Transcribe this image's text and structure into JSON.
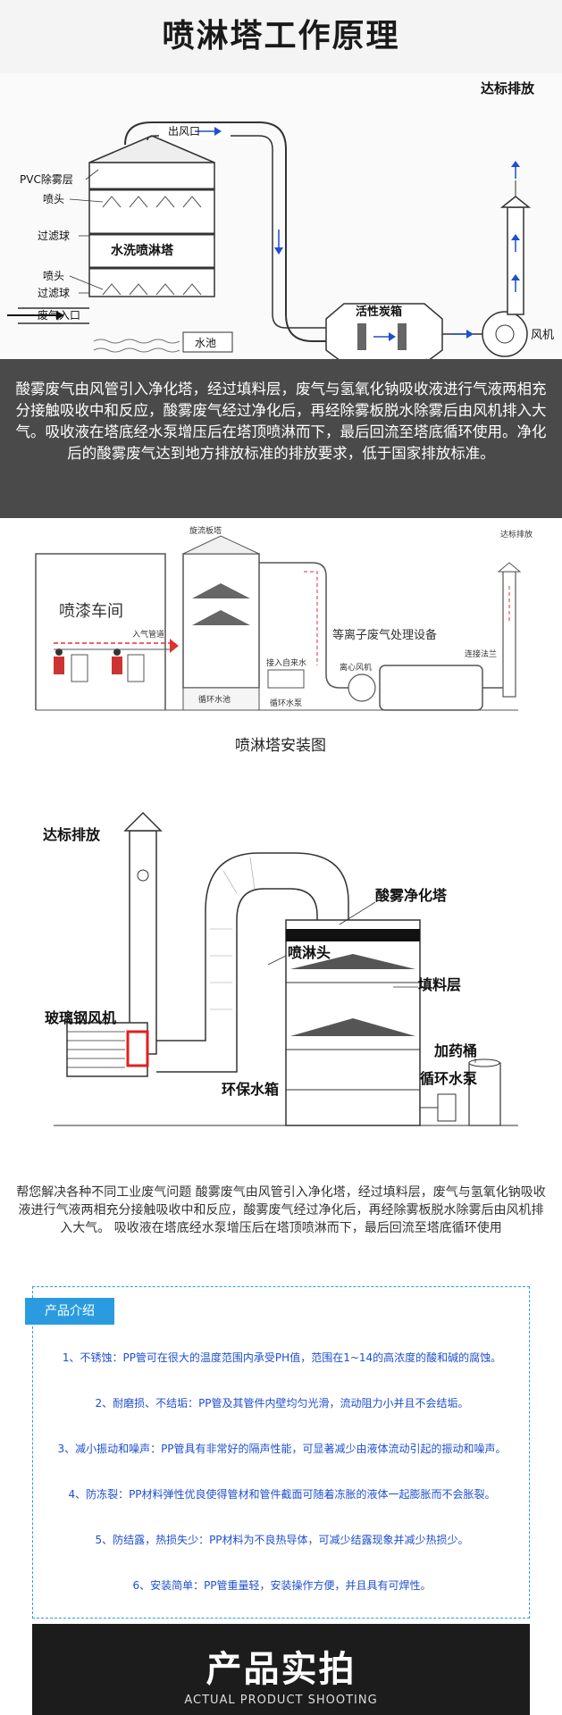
{
  "page_title": "喷淋塔工作原理",
  "diagram1": {
    "label_outlet": "出风口",
    "label_stack": "达标排放",
    "label_pvc": "PVC除雾层",
    "label_nozzle_1": "喷头",
    "label_filter_1": "过滤球",
    "label_tower": "水洗喷淋塔",
    "label_nozzle_2": "喷头",
    "label_filter_2": "过滤球",
    "label_inlet": "废气入口",
    "label_pool": "水池",
    "label_carbon": "活性炭箱",
    "label_fan": "风机"
  },
  "description_1": "酸雾废气由风管引入净化塔，经过填料层，废气与氢氧化钠吸收液进行气液两相充分接触吸收中和反应，酸雾废气经过净化后，再经除雾板脱水除雾后由风机排入大气。吸收液在塔底经水泵增压后在塔顶喷淋而下，最后回流至塔底循环使用。净化后的酸雾废气达到地方排放标准的排放要求，低于国家排放标准。",
  "diagram2": {
    "label_workshop": "喷漆车间",
    "label_tower_top": "旋流板塔",
    "label_stack": "达标排放",
    "label_intake": "入气管道",
    "label_plasma": "等离子废气处理设备",
    "label_fan": "离心风机",
    "label_pool": "循环水池",
    "label_pump": "循环水泵",
    "label_flange": "连接法兰",
    "label_auto_water": "接入自来水",
    "caption": "喷淋塔安装图"
  },
  "diagram3": {
    "label_stack": "达标排放",
    "label_tower": "酸雾净化塔",
    "label_nozzle": "喷淋头",
    "label_packing": "填料层",
    "label_fan": "玻璃钢风机",
    "label_dosing": "加药桶",
    "label_pump": "循环水泵",
    "label_tank": "环保水箱"
  },
  "description_2": "帮您解决各种不同工业废气问题 酸雾废气由风管引入净化塔，经过填料层，废气与氢氧化钠吸收液进行气液两相充分接触吸收中和反应，酸雾废气经过净化后，再经除雾板脱水除雾后由风机排入大气。 吸收液在塔底经水泵增压后在塔顶喷淋而下，最后回流至塔底循环使用",
  "intro": {
    "tab_label": "产品介绍",
    "items": [
      "1、不锈蚀：PP管可在很大的温度范围内承受PH值，范围在1~14的高浓度的酸和碱的腐蚀。",
      "2、耐磨损、不结垢：PP管及其管件内壁均匀光滑，流动阻力小并且不会结垢。",
      "3、减小振动和噪声：PP管具有非常好的隔声性能，可显著减少由液体流动引起的振动和噪声。",
      "4、防冻裂：PP材料弹性优良使得管材和管件截面可随着冻胀的液体一起膨胀而不会胀裂。",
      "5、防结露，热损失少：PP材料为不良热导体，可减少结露现象并减少热损少。",
      "6、安装简单：PP管重量轻，安装操作方便，并且具有可焊性。"
    ]
  },
  "footer": {
    "title": "产品实拍",
    "subtitle": "ACTUAL PRODUCT SHOOTING"
  },
  "colors": {
    "dark_box": "#4a4a4a",
    "accent_blue": "#2b9be0",
    "list_text": "#1f4fcf",
    "footer_bg": "#1c1c1c",
    "fan_red": "#e02020"
  }
}
